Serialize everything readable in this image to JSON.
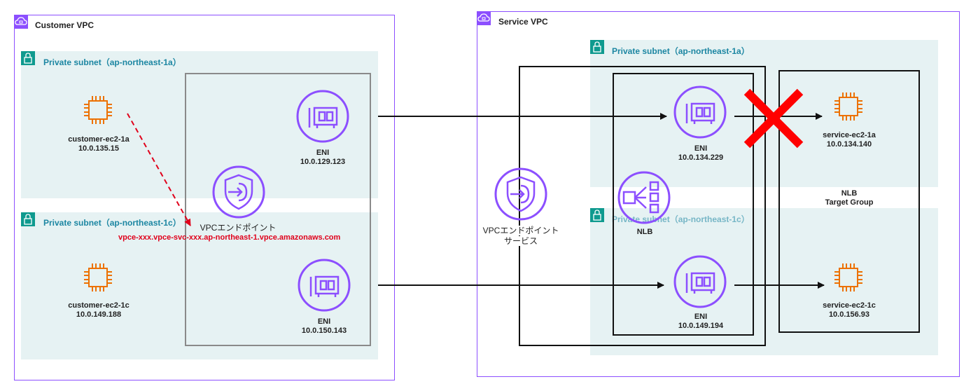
{
  "customer_vpc": {
    "title": "Customer VPC",
    "subnet_a": "Private subnet（ap-northeast-1a）",
    "subnet_c": "Private subnet（ap-northeast-1c）",
    "ec2_a": {
      "name": "customer-ec2-1a",
      "ip": "10.0.135.15"
    },
    "ec2_c": {
      "name": "customer-ec2-1c",
      "ip": "10.0.149.188"
    },
    "endpoint": {
      "label": "VPCエンドポイント",
      "dns": "vpce-xxx.vpce-svc-xxx.ap-northeast-1.vpce.amazonaws.com",
      "eni_a": {
        "name": "ENI",
        "ip": "10.0.129.123"
      },
      "eni_c": {
        "name": "ENI",
        "ip": "10.0.150.143"
      }
    }
  },
  "service_vpc": {
    "title": "Service VPC",
    "subnet_a": "Private subnet（ap-northeast-1a）",
    "subnet_c": "Private subnet（ap-northeast-1c）",
    "endpoint_service": {
      "line1": "VPCエンドポイント",
      "line2": "サービス"
    },
    "nlb": {
      "label": "NLB",
      "eni_a": {
        "name": "ENI",
        "ip": "10.0.134.229"
      },
      "eni_c": {
        "name": "ENI",
        "ip": "10.0.149.194"
      }
    },
    "target_group": {
      "line1": "NLB",
      "line2": "Target Group"
    },
    "ec2_a": {
      "name": "service-ec2-1a",
      "ip": "10.0.134.140"
    },
    "ec2_c": {
      "name": "service-ec2-1c",
      "ip": "10.0.156.93"
    }
  },
  "colors": {
    "vpc_border": "#8c4fff",
    "subnet_fill": "#e6f2f3",
    "subnet_title": "#1c86a2",
    "ec2_icon": "#ed7100",
    "eni_icon": "#8c4fff",
    "blocked_cross": "#ff0000",
    "dns_text": "#e0001b"
  },
  "icons": [
    "vpc-cloud-icon",
    "subnet-lock-icon",
    "ec2-instance-icon",
    "eni-icon",
    "vpc-endpoint-icon",
    "nlb-icon",
    "blocked-x-icon"
  ]
}
